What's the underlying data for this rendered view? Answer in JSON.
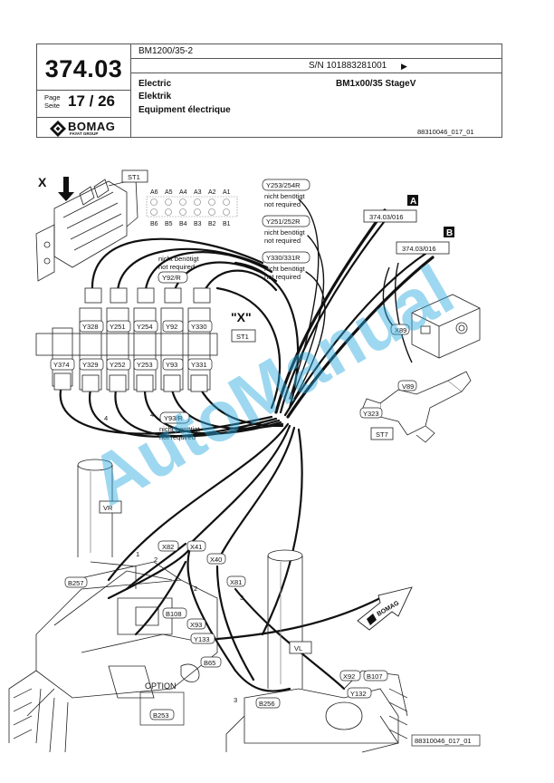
{
  "header": {
    "model": "BM1200/35-2",
    "serial": "S/N 101883281001",
    "serial_arrow": "▶",
    "code": "374.03",
    "page_label_1": "Page",
    "page_label_2": "Seite",
    "page_number": "17 / 26",
    "brand": "BOMAG",
    "brand_sub": "FAYAT GROUP",
    "title_en": "Electric",
    "title_de": "Elektrik",
    "title_fr": "Equipment électrique",
    "machine": "BM1x00/35 StageV",
    "drawing_number": "88310046_017_01"
  },
  "diagram": {
    "view_x_label": "X",
    "st1_label": "ST1",
    "st1_top_pins": [
      "A6",
      "A5",
      "A4",
      "A3",
      "A2",
      "A1"
    ],
    "st1_bottom_pins": [
      "B6",
      "B5",
      "B4",
      "B3",
      "B2",
      "B1"
    ],
    "view_x_quote": "\"X\"",
    "st1_label_2": "ST1",
    "not_required_1": [
      "nicht benötigt",
      "not required"
    ],
    "y92r": "Y92/R",
    "y93r": "Y93/R",
    "not_required_2": [
      "nicht benötigt",
      "not required"
    ],
    "valves_top": [
      "Y328",
      "Y251",
      "Y254",
      "Y92",
      "Y330"
    ],
    "valves_bottom": [
      "Y374",
      "Y329",
      "Y252",
      "Y253",
      "Y93",
      "Y331"
    ],
    "num_4a": "4",
    "num_4b": "4",
    "tag_y253": "Y253/254R",
    "tag_y251": "Y251/252R",
    "tag_y330": "Y330/331R",
    "not_req_a": [
      "nicht benötigt",
      "not required"
    ],
    "not_req_b": [
      "nicht benötigt",
      "not required"
    ],
    "not_req_c": [
      "nicht benötigt",
      "not required"
    ],
    "marker_a": "A",
    "marker_b": "B",
    "ref_a": "374.03/016",
    "ref_b": "374.03/016",
    "x89": "X89",
    "v89": "V89",
    "y323": "Y323",
    "st7": "ST7",
    "vr": "VR",
    "vl": "VL",
    "b257": "B257",
    "x82": "X82",
    "x41": "X41",
    "x40": "X40",
    "x81": "X81",
    "n1": "1",
    "n2a": "2",
    "n2b": "2",
    "n3a": "3",
    "n3b": "3",
    "b108": "B108",
    "x93": "X93",
    "y133": "Y133",
    "b65": "B65",
    "option": "OPTION",
    "b253": "B253",
    "b256": "B256",
    "x92": "X92",
    "b107": "B107",
    "y132": "Y132",
    "arrow_brand": "BOMAG",
    "footer_drawno": "88310046_017_01",
    "watermark": "AutoManual"
  },
  "colors": {
    "line": "#111111",
    "watermark": "#2aa9e0"
  }
}
